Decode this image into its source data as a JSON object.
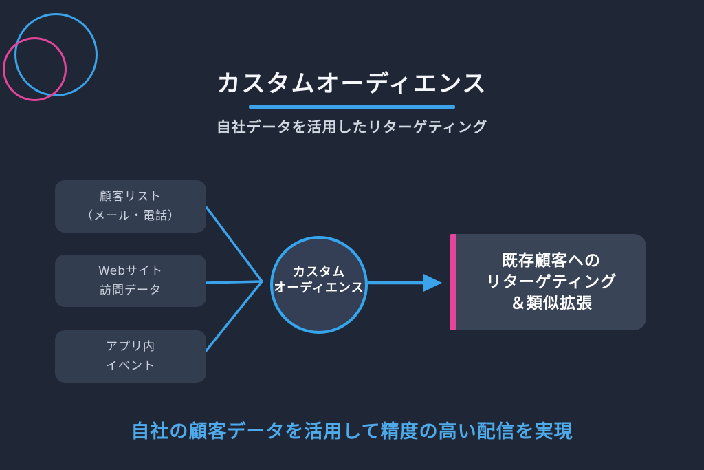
{
  "colors": {
    "background": "#1F2736",
    "source_box_fill": "#333D50",
    "result_box_fill": "#3A4457",
    "hub_circle_fill": "#343F55",
    "accent_blue": "#3AA3EA",
    "accent_pink": "#E2459A",
    "title_text": "#F4F6FA",
    "subtitle_text": "#D3D9E2",
    "box_text": "#CBD2DE",
    "footer_text": "#4FAAEA"
  },
  "header": {
    "title": "カスタムオーディエンス",
    "subtitle": "自社データを活用したリターゲティング"
  },
  "diagram": {
    "sources": [
      {
        "line1": "顧客リスト",
        "line2": "（メール・電話）"
      },
      {
        "line1": "Webサイト",
        "line2": "訪問データ"
      },
      {
        "line1": "アプリ内",
        "line2": "イベント"
      }
    ],
    "hub": {
      "line1": "カスタム",
      "line2": "オーディエンス"
    },
    "result": {
      "line1": "既存顧客への",
      "line2": "リターゲティング",
      "line3": "＆類似拡張"
    }
  },
  "footer": {
    "note": "自社の顧客データを活用して精度の高い配信を実現"
  }
}
